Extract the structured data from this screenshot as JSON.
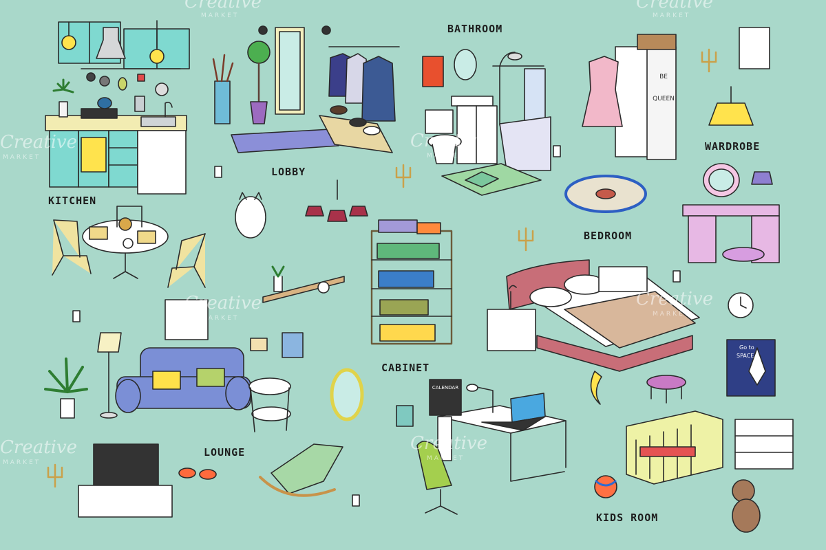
{
  "rooms": {
    "kitchen": "KITCHEN",
    "lobby": "LOBBY",
    "bathroom": "BATHROOM",
    "wardrobe": "WARDROBE",
    "bedroom": "BEDROOM",
    "cabinet": "CABINET",
    "lounge": "LOUNGE",
    "kids_room": "KIDS ROOM"
  },
  "watermark": {
    "brand": "Creative",
    "sub": "MARKET"
  },
  "signs": {
    "be": "BE",
    "queen": "QUEEN",
    "calendar": "CALENDAR",
    "poster_line1": "Go to",
    "poster_line2": "SPACE"
  },
  "colors": {
    "background": "#a9d8ca",
    "ink": "#1d1d1d"
  }
}
